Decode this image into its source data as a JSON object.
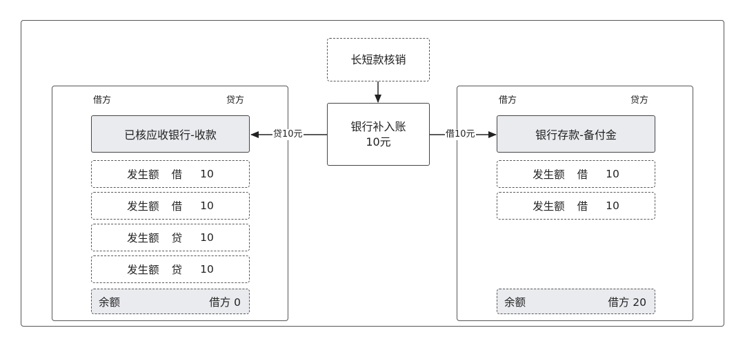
{
  "top_node": {
    "label": "长短款核销"
  },
  "center_node": {
    "line1": "银行补入账",
    "line2": "10元"
  },
  "left_edge_label": "贷10元",
  "right_edge_label": "借10元",
  "left_account": {
    "debit_label": "借方",
    "credit_label": "贷方",
    "title": "已核应收银行-收款",
    "entries": [
      {
        "label": "发生额",
        "direction": "借",
        "amount": "10"
      },
      {
        "label": "发生额",
        "direction": "借",
        "amount": "10"
      },
      {
        "label": "发生额",
        "direction": "贷",
        "amount": "10"
      },
      {
        "label": "发生额",
        "direction": "贷",
        "amount": "10"
      }
    ],
    "balance_label": "余额",
    "balance_value": "借方 0"
  },
  "right_account": {
    "debit_label": "借方",
    "credit_label": "贷方",
    "title": "银行存款-备付金",
    "entries": [
      {
        "label": "发生额",
        "direction": "借",
        "amount": "10"
      },
      {
        "label": "发生额",
        "direction": "借",
        "amount": "10"
      }
    ],
    "balance_label": "余额",
    "balance_value": "借方 20"
  },
  "colors": {
    "header_fill": "#e9ebee",
    "stroke": "#444444"
  }
}
